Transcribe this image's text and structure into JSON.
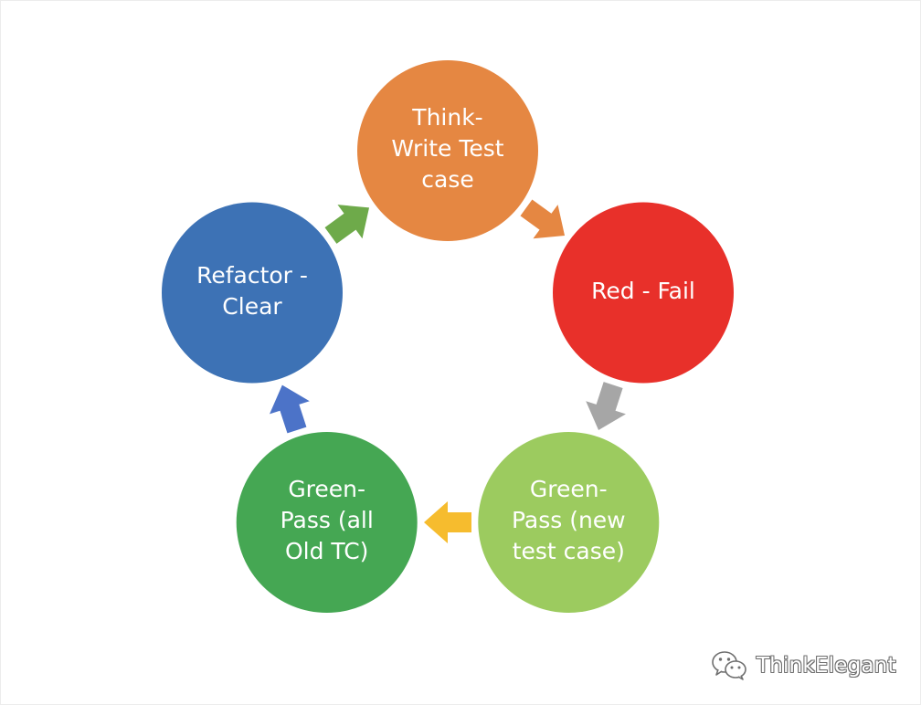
{
  "diagram": {
    "nodes": [
      {
        "id": "think",
        "lines": [
          "Think-",
          "Write Test",
          "case"
        ],
        "color": "#E58742"
      },
      {
        "id": "red",
        "lines": [
          "Red - Fail"
        ],
        "color": "#E8302A"
      },
      {
        "id": "green-new",
        "lines": [
          "Green-",
          "Pass (new",
          "test case)"
        ],
        "color": "#9CCB5F"
      },
      {
        "id": "green-all",
        "lines": [
          "Green-",
          "Pass (all",
          "Old TC)"
        ],
        "color": "#45A753"
      },
      {
        "id": "refactor",
        "lines": [
          "Refactor -",
          "Clear"
        ],
        "color": "#3D72B5"
      }
    ],
    "arrows": [
      {
        "from": "think",
        "to": "red",
        "color": "#E58742"
      },
      {
        "from": "red",
        "to": "green-new",
        "color": "#A6A6A6"
      },
      {
        "from": "green-new",
        "to": "green-all",
        "color": "#F6BC2E"
      },
      {
        "from": "green-all",
        "to": "refactor",
        "color": "#4C73C8"
      },
      {
        "from": "refactor",
        "to": "think",
        "color": "#6EAA4A"
      }
    ]
  },
  "watermark": {
    "text": "ThinkElegant",
    "icon": "wechat-icon"
  }
}
